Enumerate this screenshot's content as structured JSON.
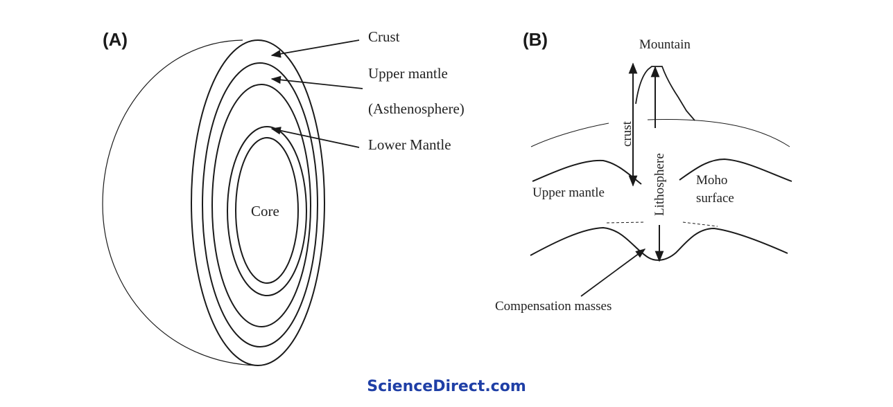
{
  "panel_a": {
    "label": "(A)",
    "layers": {
      "crust": "Crust",
      "upper_mantle": "Upper mantle",
      "asthenosphere": "(Asthenosphere)",
      "lower_mantle": "Lower Mantle",
      "core": "Core"
    }
  },
  "panel_b": {
    "label": "(B)",
    "mountain": "Mountain",
    "crust": "crust",
    "lithosphere": "Lithosphere",
    "upper_mantle": "Upper mantle",
    "moho_line1": "Moho",
    "moho_line2": "surface",
    "compensation": "Compensation masses"
  },
  "footer": {
    "brand": "ScienceDirect.com",
    "brand_color": "#1f3fa6"
  }
}
